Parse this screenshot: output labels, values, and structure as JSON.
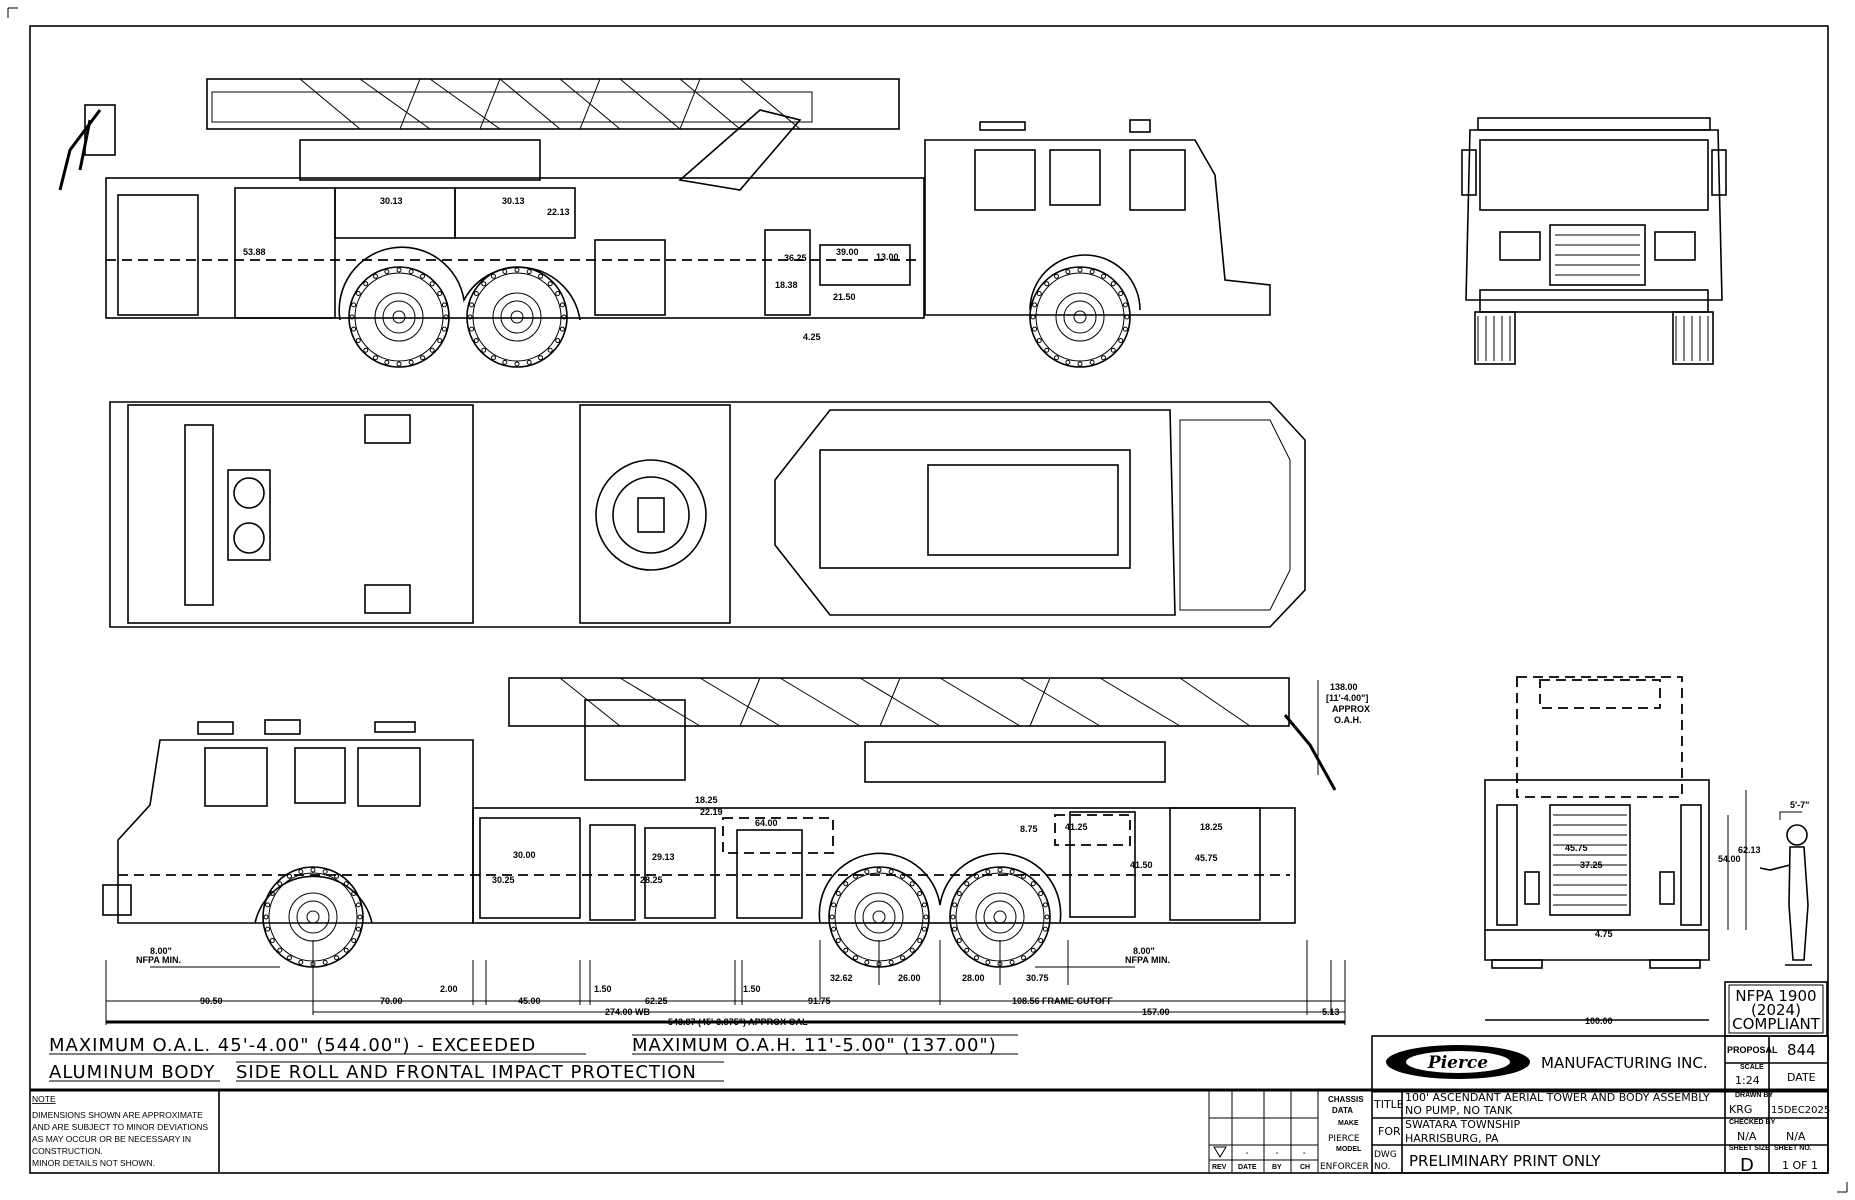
{
  "drawing": {
    "headline_oal": "MAXIMUM O.A.L. 45'-4.00\" (544.00\") - EXCEEDED",
    "headline_oah": "MAXIMUM O.A.H. 11'-5.00\" (137.00\")",
    "body_material": "ALUMINUM BODY",
    "protection": "SIDE ROLL AND FRONTAL IMPACT PROTECTION",
    "compliance": [
      "NFPA 1900",
      "(2024)",
      "COMPLIANT"
    ]
  },
  "top_view_dims": [
    "53.88",
    "30.13",
    "30.13",
    "22.13",
    "36.25",
    "18.38",
    "39.00",
    "13.00",
    "21.50",
    "4.25"
  ],
  "lower_view_dims": [
    "30.00",
    "30.25",
    "29.13",
    "28.25",
    "18.25",
    "22.19",
    "64.00",
    "8.75",
    "41.25",
    "41.50",
    "18.25",
    "45.75"
  ],
  "oah_dim": [
    "138.00",
    "[11'-4.00\"]",
    "APPROX",
    "O.A.H."
  ],
  "rear_view_dims": [
    "45.75",
    "37.25",
    "54.00",
    "62.13",
    "4.75",
    "100.00"
  ],
  "figure_height": "5'-7\"",
  "ground_clearance": [
    "8.00\"",
    "NFPA MIN."
  ],
  "bottom_dims": {
    "d1": "90.50",
    "d2": "70.00",
    "d3": "2.00",
    "d4": "45.00",
    "d5": "1.50",
    "d6": "62.25",
    "d7": "1.50",
    "d8": "91.75",
    "d9": "32.62",
    "d10": "26.00",
    "d11": "28.00",
    "d12": "30.75",
    "frame": "108.56  FRAME CUTOFF",
    "wb": "274.00 WB",
    "rear": "157.00",
    "tail": "5.13",
    "oal": "543.87 (45'-3.875\") APPROX OAL"
  },
  "note": {
    "heading": "NOTE",
    "lines": [
      "DIMENSIONS SHOWN ARE APPROXIMATE",
      "AND ARE SUBJECT TO MINOR DEVIATIONS",
      "AS MAY OCCUR OR BE NECESSARY IN",
      "CONSTRUCTION.",
      "MINOR DETAILS NOT SHOWN."
    ]
  },
  "revision": {
    "rev": "REV",
    "date": "DATE",
    "by": "BY",
    "ch": "CH",
    "dash": "-"
  },
  "chassis": {
    "label1": "CHASSIS",
    "label2": "DATA",
    "make_label": "MAKE",
    "make": "PIERCE",
    "model_label": "MODEL",
    "model": "ENFORCER"
  },
  "title_block": {
    "logo_text": "Pierce",
    "company": "MANUFACTURING INC.",
    "title_label": "TITLE",
    "title_line1": "100' ASCENDANT AERIAL TOWER AND BODY ASSEMBLY",
    "title_line2": "NO PUMP, NO TANK",
    "for_label": "FOR",
    "for_line1": "SWATARA TOWNSHIP",
    "for_line2": "HARRISBURG, PA",
    "dwg_label1": "DWG",
    "dwg_label2": "NO.",
    "dwg_no": "PRELIMINARY PRINT ONLY",
    "proposal_label": "PROPOSAL",
    "proposal": "844",
    "scale_label": "SCALE",
    "scale": "1:24",
    "date_label": "DATE",
    "drawn_by_label": "DRAWN BY",
    "drawn_by": "KRG",
    "date": "15DEC2025",
    "checked_by_label": "CHECKED BY",
    "checked_by": "N/A",
    "checked_date": "N/A",
    "sheet_size_label": "SHEET SIZE",
    "sheet_size": "D",
    "sheet_no_label": "SHEET NO.",
    "sheet_no": "1 OF 1"
  }
}
